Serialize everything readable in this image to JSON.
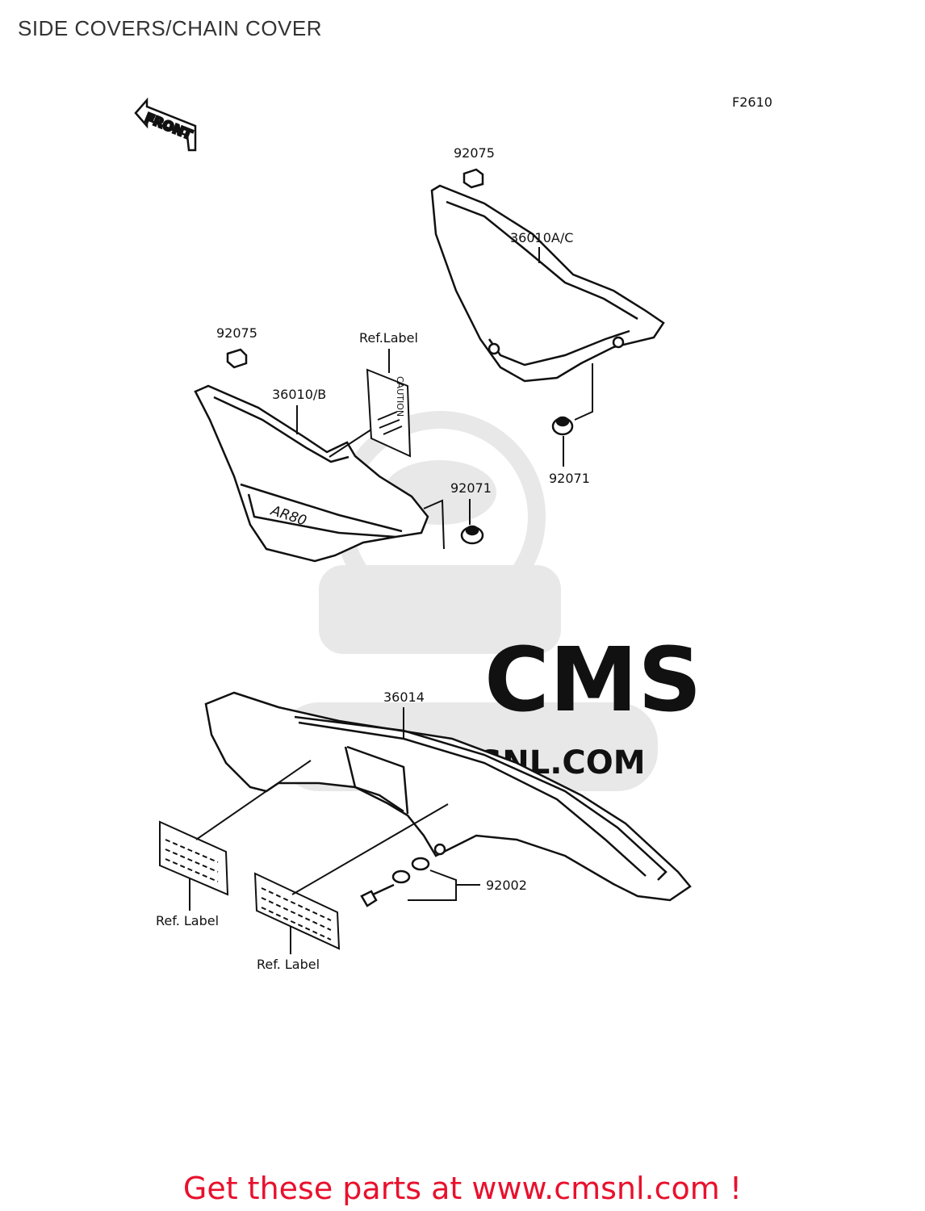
{
  "page": {
    "title": "SIDE COVERS/CHAIN COVER"
  },
  "diagram": {
    "figure_code": "F2610",
    "front_label": "FRONT",
    "callouts": {
      "c92075_top": "92075",
      "c36010ac": "36010A/C",
      "c92075_left": "92075",
      "c_ref_label_top": "Ref.Label",
      "c36010b": "36010/B",
      "c92071_mid": "92071",
      "c92071_right": "92071",
      "c36014": "36014",
      "c92002": "92002",
      "c_ref_label_left": "Ref. Label",
      "c_ref_label_bottom": "Ref. Label"
    },
    "decals": {
      "caution_text": "CAUTION",
      "badge_text": "AR80"
    },
    "watermark": {
      "brand": "CMS",
      "url": "WWW.CMSNL.COM"
    }
  },
  "footer": {
    "cta": "Get these parts at www.cmsnl.com !"
  },
  "colors": {
    "footer": "#e8112d",
    "lines": "#111111",
    "watermark": "#e6e6e6"
  }
}
